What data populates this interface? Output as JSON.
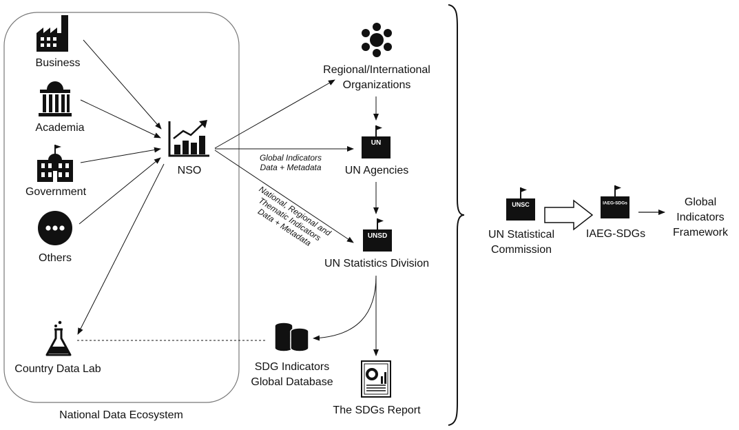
{
  "nodes": {
    "business": "Business",
    "academia": "Academia",
    "government": "Government",
    "others": "Others",
    "nso": "NSO",
    "country_data_lab": "Country Data Lab",
    "regional": [
      "Regional/International",
      "Organizations"
    ],
    "un_agencies": "UN Agencies",
    "unsd": "UN Statistics Division",
    "sdg_db": [
      "SDG Indicators",
      "Global Database"
    ],
    "sdg_report": "The SDGs Report",
    "unsc": [
      "UN Statistical",
      "Commission"
    ],
    "iaeg": "IAEG-SDGs",
    "gif": [
      "Global",
      "Indicators",
      "Framework"
    ]
  },
  "building_badges": {
    "un": "UN",
    "unsd": "UNSD",
    "unsc": "UNSC",
    "iaeg": "IAEG-SDGs"
  },
  "edge_labels": {
    "global_indicators": [
      "Global Indicators",
      "Data + Metadata"
    ],
    "national": [
      "National, Regional and",
      "Thematic Indicators",
      "Data + Metadata"
    ]
  },
  "group_label": "National Data Ecosystem",
  "icons": [
    "factory-icon",
    "museum-icon",
    "government-building-icon",
    "ellipsis-circle-icon",
    "bar-chart-trend-icon",
    "flask-icon",
    "network-hub-icon",
    "building-flag-icon",
    "database-icon",
    "report-document-icon",
    "hollow-arrow-icon"
  ]
}
